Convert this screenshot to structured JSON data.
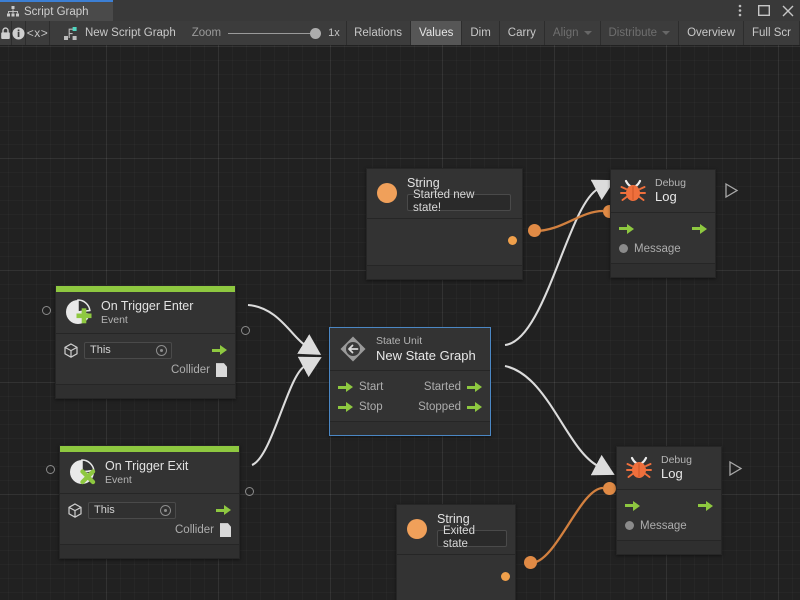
{
  "window": {
    "tab_label": "Script Graph",
    "tab_icon": "hierarchy-icon",
    "controls": {
      "menu": "kebab-menu-icon",
      "maximize": "maximize-icon",
      "close": "close-icon"
    }
  },
  "toolbar": {
    "lock_icon": "lock-icon",
    "info_icon": "info-icon",
    "code_label": "<x>",
    "graph_icon": "script-graph-icon",
    "graph_name": "New Script Graph",
    "zoom_label": "Zoom",
    "zoom_value": "1x",
    "buttons": [
      {
        "label": "Relations",
        "state": "normal",
        "name": "relations-button"
      },
      {
        "label": "Values",
        "state": "active",
        "name": "values-button"
      },
      {
        "label": "Dim",
        "state": "normal",
        "name": "dim-button"
      },
      {
        "label": "Carry",
        "state": "normal",
        "name": "carry-button"
      },
      {
        "label": "Align",
        "state": "disabled",
        "dropdown": true,
        "name": "align-button"
      },
      {
        "label": "Distribute",
        "state": "disabled",
        "dropdown": true,
        "name": "distribute-button"
      },
      {
        "label": "Overview",
        "state": "normal",
        "name": "overview-button"
      },
      {
        "label": "Full Scr",
        "state": "normal",
        "name": "fullscreen-button"
      }
    ]
  },
  "nodes": {
    "string_top": {
      "title": "String",
      "value": "Started new state!",
      "icon": "string-orange-circle-icon",
      "output_port": "output-value-port"
    },
    "string_bottom": {
      "title": "String",
      "value": "Exited state",
      "icon": "string-orange-circle-icon",
      "output_port": "output-value-port"
    },
    "debug_log_top": {
      "title_small": "Debug",
      "title_large": "Log",
      "icon": "bug-icon",
      "input_message_label": "Message"
    },
    "debug_log_bottom": {
      "title_small": "Debug",
      "title_large": "Log",
      "icon": "bug-icon",
      "input_message_label": "Message"
    },
    "on_trigger_enter": {
      "title": "On Trigger Enter",
      "subtitle": "Event",
      "icon": "event-plus-icon",
      "target_value": "This",
      "output_label": "Collider"
    },
    "on_trigger_exit": {
      "title": "On Trigger Exit",
      "subtitle": "Event",
      "icon": "event-cross-icon",
      "target_value": "This",
      "output_label": "Collider"
    },
    "state_unit": {
      "title_small": "State Unit",
      "title_large": "New  State  Graph",
      "icon": "state-unit-icon",
      "selected": true,
      "inputs": [
        "Start",
        "Stop"
      ],
      "outputs": [
        "Started",
        "Stopped"
      ]
    }
  },
  "colors": {
    "accent_green": "#8ec840",
    "accent_orange": "#e08a45",
    "selection_blue": "#4b87c4",
    "tab_accent": "#3c7fd4",
    "canvas_bg": "#212121",
    "node_bg": "#333333",
    "edge_control": "#e4e4e4",
    "edge_value": "#d2803f"
  }
}
